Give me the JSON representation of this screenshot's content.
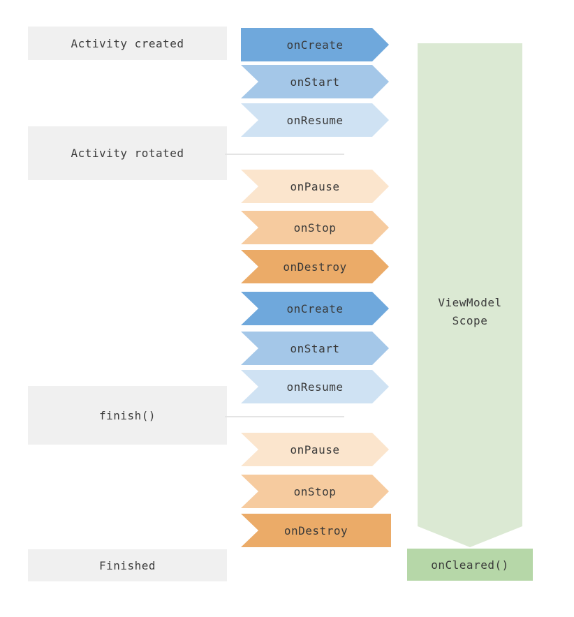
{
  "diagram": {
    "stages": [
      {
        "label": "Activity created"
      },
      {
        "label": "Activity rotated"
      },
      {
        "label": "finish()"
      },
      {
        "label": "Finished"
      }
    ],
    "arrows": [
      {
        "label": "onCreate",
        "color": "#6FA8DC"
      },
      {
        "label": "onStart",
        "color": "#A4C7E8"
      },
      {
        "label": "onResume",
        "color": "#CFE2F3"
      },
      {
        "label": "onPause",
        "color": "#FBE5CD"
      },
      {
        "label": "onStop",
        "color": "#F6CB9F"
      },
      {
        "label": "onDestroy",
        "color": "#EBAB68"
      },
      {
        "label": "onCreate",
        "color": "#6FA8DC"
      },
      {
        "label": "onStart",
        "color": "#A4C7E8"
      },
      {
        "label": "onResume",
        "color": "#CFE2F3"
      },
      {
        "label": "onPause",
        "color": "#FBE5CD"
      },
      {
        "label": "onStop",
        "color": "#F6CB9F"
      },
      {
        "label": "onDestroy",
        "color": "#EBAB68"
      }
    ],
    "scope": {
      "line1": "ViewModel",
      "line2": "Scope",
      "color": "#DBE9D3"
    },
    "cleared": {
      "label": "onCleared()",
      "color": "#B6D7A8"
    },
    "colors": {
      "stage_box": "#F0F0F0",
      "connector_line": "#E4E4E4",
      "text": "#3B3B3B"
    }
  }
}
